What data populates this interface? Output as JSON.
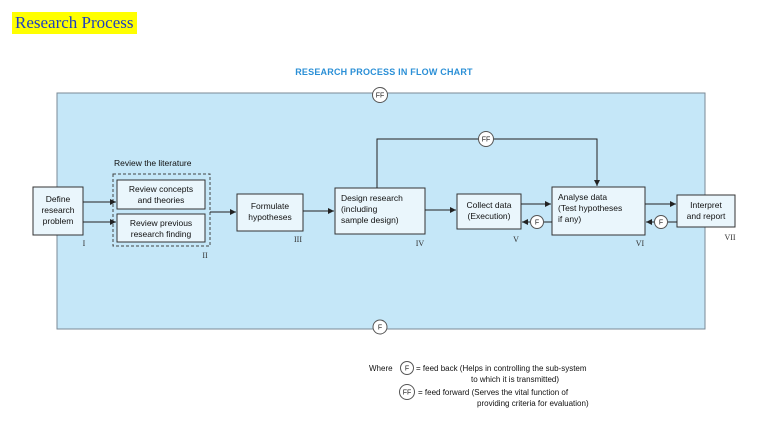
{
  "page_heading": "Research Process",
  "diagram": {
    "title": "RESEARCH PROCESS IN FLOW CHART",
    "review_literature_label": "Review the literature",
    "boxes": {
      "define": [
        "Define",
        "research",
        "problem"
      ],
      "concepts": [
        "Review concepts",
        "and theories"
      ],
      "previous": [
        "Review previous",
        "research finding"
      ],
      "formulate": [
        "Formulate",
        "hypotheses"
      ],
      "design": [
        "Design research",
        "(including",
        "sample design)"
      ],
      "collect": [
        "Collect data",
        "(Execution)"
      ],
      "analyse": [
        "Analyse data",
        "(Test hypotheses",
        "if any)"
      ],
      "interpret": [
        "Interpret",
        "and report"
      ]
    },
    "numerals": [
      "I",
      "II",
      "III",
      "IV",
      "V",
      "VI",
      "VII"
    ],
    "ff_symbol": "FF",
    "f_symbol": "F"
  },
  "legend": {
    "where": "Where",
    "f_line1": "= feed back (Helps in controlling the sub-system",
    "f_line2": "to which it is transmitted)",
    "ff_line1": "= feed forward (Serves the vital function of",
    "ff_line2": "providing criteria for evaluation)"
  }
}
